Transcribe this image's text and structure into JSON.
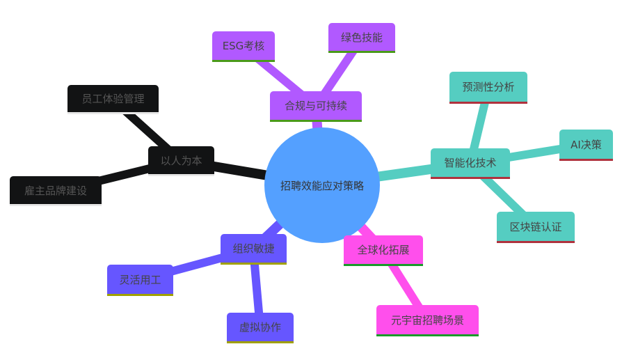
{
  "root": {
    "label": "招聘效能应对策略",
    "color": "#54a0ff"
  },
  "branches": [
    {
      "label": "以人为本",
      "color": "#121314",
      "underline": "#e8e8e8",
      "text_color": "#555555",
      "children": [
        "员工体验管理",
        "雇主品牌建设"
      ]
    },
    {
      "label": "合规与可持续",
      "color": "#b159ff",
      "underline": "#4a9a1a",
      "text_color": "#444444",
      "children": [
        "ESG考核",
        "绿色技能"
      ]
    },
    {
      "label": "智能化技术",
      "color": "#55cdc1",
      "underline": "#b0323e",
      "text_color": "#444444",
      "children": [
        "预测性分析",
        "AI决策",
        "区块链认证"
      ]
    },
    {
      "label": "全球化拓展",
      "color": "#ff4fec",
      "underline": "#1a9a2a",
      "text_color": "#444444",
      "children": [
        "元宇宙招聘场景"
      ]
    },
    {
      "label": "组织敏捷",
      "color": "#6656ff",
      "underline": "#a0a000",
      "text_color": "#444444",
      "children": [
        "灵活用工",
        "虚拟协作"
      ]
    }
  ]
}
